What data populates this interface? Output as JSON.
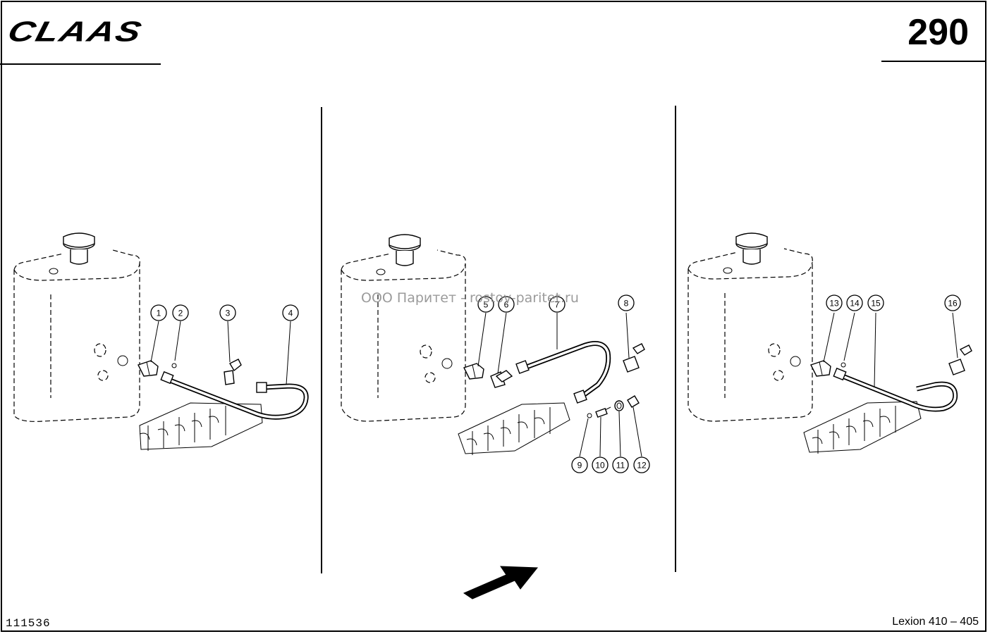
{
  "header": {
    "brand": "CLAAS",
    "page_number": "290"
  },
  "footer": {
    "doc_id": "111536",
    "model": "Lexion 410 – 405"
  },
  "watermark": "ООО Паритет - rostov-paritet.ru",
  "panels": [
    {
      "callouts": [
        "1",
        "2",
        "3",
        "4"
      ]
    },
    {
      "callouts": [
        "5",
        "6",
        "7",
        "8",
        "9",
        "10",
        "11",
        "12"
      ]
    },
    {
      "callouts": [
        "13",
        "14",
        "15",
        "16"
      ]
    }
  ],
  "arrow": {
    "icon": "direction-arrow-icon",
    "direction": "upper-right"
  }
}
